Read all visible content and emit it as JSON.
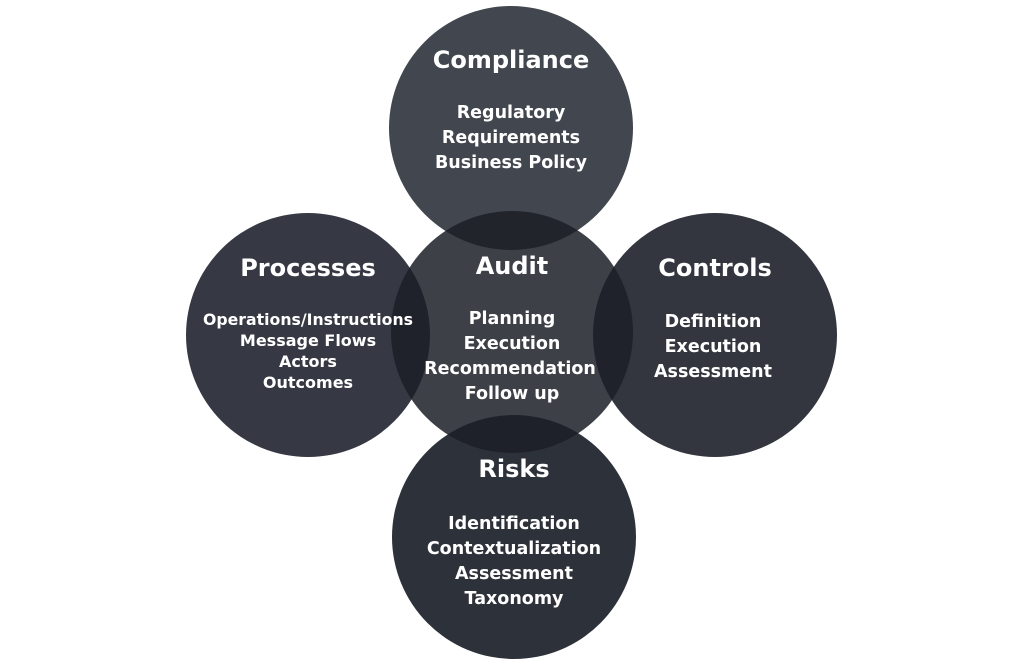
{
  "colors": {
    "background": "#ffffff",
    "compliance": "#3c4048",
    "processes": "#30333d",
    "controls": "#2c2f38",
    "risks": "#262a33",
    "audit": "#1c1f27",
    "text": "#ffffff"
  },
  "circles": {
    "compliance": {
      "title": "Compliance",
      "items": [
        "Regulatory",
        "Requirements",
        "Business Policy"
      ]
    },
    "processes": {
      "title": "Processes",
      "items": [
        "Operations/Instructions",
        "Message Flows",
        "Actors",
        "Outcomes"
      ]
    },
    "audit": {
      "title": "Audit",
      "items": [
        "Planning",
        "Execution",
        "Recommendation",
        "Follow up"
      ]
    },
    "controls": {
      "title": "Controls",
      "items": [
        "Definition",
        "Execution",
        "Assessment"
      ]
    },
    "risks": {
      "title": "Risks",
      "items": [
        "Identification",
        "Contextualization",
        "Assessment",
        "Taxonomy"
      ]
    }
  }
}
